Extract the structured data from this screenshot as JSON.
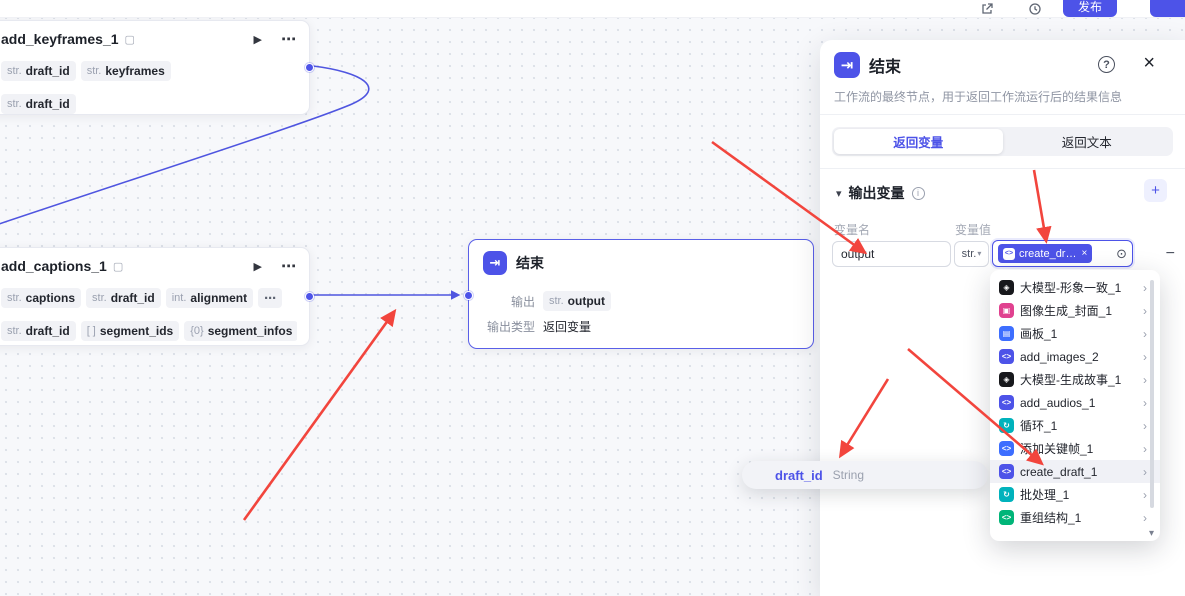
{
  "topbar": {
    "publish_label": "发布"
  },
  "icons": {
    "play": "▶",
    "dots": "⋯",
    "badge": "▢",
    "end_arrow": "⇥",
    "chevron_right": "›",
    "caret_down": "▾",
    "close": "×",
    "help": "?",
    "info": "i",
    "plus": "+",
    "minus": "−",
    "clock": "⊙",
    "tag_close": "×",
    "code": "<>"
  },
  "canvas": {
    "nodes": {
      "add_keyframes": {
        "title": "add_keyframes_1",
        "row1": [
          {
            "type": "str.",
            "name": "draft_id"
          },
          {
            "type": "str.",
            "name": "keyframes"
          }
        ],
        "row2": [
          {
            "type": "str.",
            "name": "draft_id"
          }
        ]
      },
      "add_captions": {
        "title": "add_captions_1",
        "row1": [
          {
            "type": "str.",
            "name": "captions"
          },
          {
            "type": "str.",
            "name": "draft_id"
          },
          {
            "type": "int.",
            "name": "alignment"
          }
        ],
        "more": "⋯",
        "row2": [
          {
            "type": "str.",
            "name": "draft_id"
          },
          {
            "type": "[ ]",
            "name": "segment_ids"
          },
          {
            "type": "{0}",
            "name": "segment_infos"
          }
        ]
      },
      "end": {
        "title": "结束",
        "output_label": "输出",
        "output_type": "str.",
        "output_name": "output",
        "output_type_label": "输出类型",
        "output_type_value": "返回变量"
      }
    },
    "tooltip": {
      "name": "draft_id",
      "type": "String"
    }
  },
  "panel": {
    "title": "结束",
    "description": "工作流的最终节点，用于返回工作流运行后的结果信息",
    "tabs": {
      "variables": "返回变量",
      "text": "返回文本"
    },
    "output_section": {
      "title": "输出变量",
      "col_name": "变量名",
      "col_value": "变量值"
    },
    "row": {
      "name": "output",
      "type": "str.",
      "ref": "create_dr…"
    },
    "dropdown": {
      "items": [
        {
          "label": "大模型-形象一致_1",
          "color": "#17181c",
          "glyph": "◈"
        },
        {
          "label": "图像生成_封面_1",
          "color": "#e0418f",
          "glyph": "▣"
        },
        {
          "label": "画板_1",
          "color": "#3d6eff",
          "glyph": "▤"
        },
        {
          "label": "add_images_2",
          "color": "#4d53e8",
          "glyph": "<>"
        },
        {
          "label": "大模型-生成故事_1",
          "color": "#17181c",
          "glyph": "◈"
        },
        {
          "label": "add_audios_1",
          "color": "#4d53e8",
          "glyph": "<>"
        },
        {
          "label": "循环_1",
          "color": "#00b2bc",
          "glyph": "↻"
        },
        {
          "label": "添加关键帧_1",
          "color": "#3d6eff",
          "glyph": "<>"
        },
        {
          "label": "create_draft_1",
          "color": "#4d53e8",
          "glyph": "<>"
        },
        {
          "label": "批处理_1",
          "color": "#00b2bc",
          "glyph": "↻"
        },
        {
          "label": "重组结构_1",
          "color": "#00b578",
          "glyph": "<>"
        }
      ]
    }
  }
}
